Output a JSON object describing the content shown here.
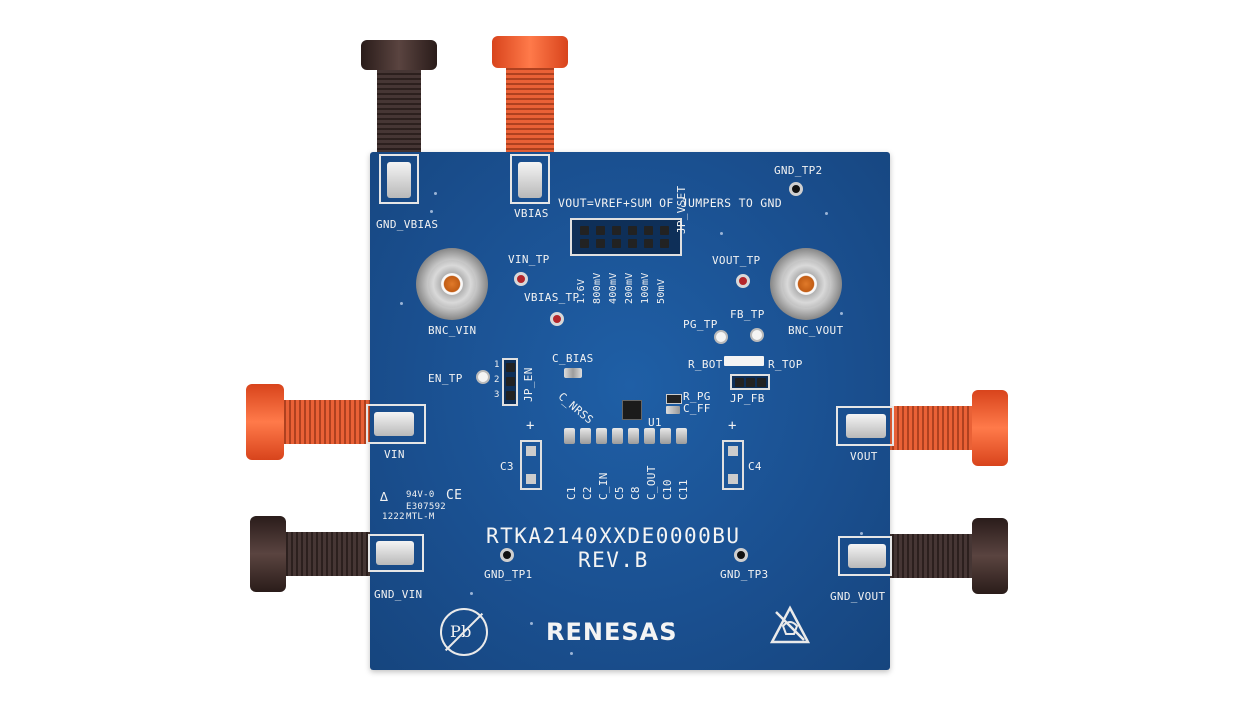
{
  "board": {
    "part_number": "RTKA2140XXDE0000BU",
    "revision": "REV.B",
    "brand": "RENESAS",
    "vout_formula": "VOUT=VREF+SUM OF JUMPERS TO GND",
    "jumper_header": "JP_VSET",
    "jumper_values": [
      "1.6V",
      "800mV",
      "400mV",
      "200mV",
      "100mV",
      "50mV"
    ],
    "ul_text": [
      "94V-0",
      "E307592",
      "MTL-M"
    ],
    "date_code": "1222",
    "ce_mark": "CE"
  },
  "terminals": {
    "gnd_vbias": "GND_VBIAS",
    "vbias": "VBIAS",
    "vin": "VIN",
    "vout": "VOUT",
    "gnd_vin": "GND_VIN",
    "gnd_vout": "GND_VOUT"
  },
  "connectors": {
    "bnc_vin": "BNC_VIN",
    "bnc_vout": "BNC_VOUT"
  },
  "test_points": {
    "gnd_tp1": "GND_TP1",
    "gnd_tp2": "GND_TP2",
    "gnd_tp3": "GND_TP3",
    "vin_tp": "VIN_TP",
    "vbias_tp": "VBIAS_TP",
    "vout_tp": "VOUT_TP",
    "pg_tp": "PG_TP",
    "fb_tp": "FB_TP",
    "en_tp": "EN_TP"
  },
  "components": {
    "c_bias": "C_BIAS",
    "c_nrss": "C_NRSS",
    "u1": "U1",
    "r_pg": "R_PG",
    "c_ff": "C_FF",
    "r_bot": "R_BOT",
    "r_top": "R_TOP",
    "jp_fb": "JP_FB",
    "jp_en": "JP_EN",
    "jp_en_pins": [
      "1",
      "2",
      "3"
    ],
    "c3": "C3",
    "c4": "C4",
    "plus": "+",
    "cap_row": [
      "C1",
      "C2",
      "C_IN",
      "C5",
      "C8",
      "C_OUT",
      "C10",
      "C11"
    ]
  },
  "symbols": {
    "pb_free": "Pb",
    "esd": "esd-icon"
  },
  "colors": {
    "pcb": "#1a4f8f",
    "silkscreen": "#f2f2f2",
    "orange_post": "#e8572a",
    "black_post": "#3a2a28",
    "tp_red": "#b3262b"
  }
}
